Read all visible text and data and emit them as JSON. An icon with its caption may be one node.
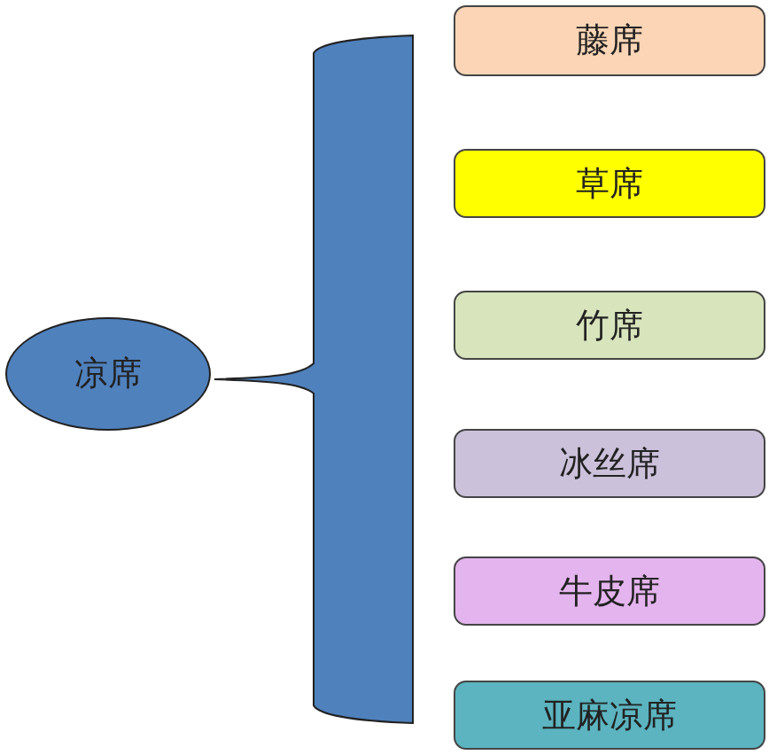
{
  "diagram": {
    "nodes": [
      {
        "text": [
          "凉席"
        ]
      },
      {
        "text": [
          "藤席"
        ]
      },
      {
        "text": [
          "草席"
        ]
      },
      {
        "text": [
          "竹席"
        ]
      },
      {
        "text": [
          "冰丝席"
        ]
      },
      {
        "text": [
          "牛皮席"
        ]
      },
      {
        "text": [
          "亚麻凉席"
        ]
      }
    ]
  }
}
